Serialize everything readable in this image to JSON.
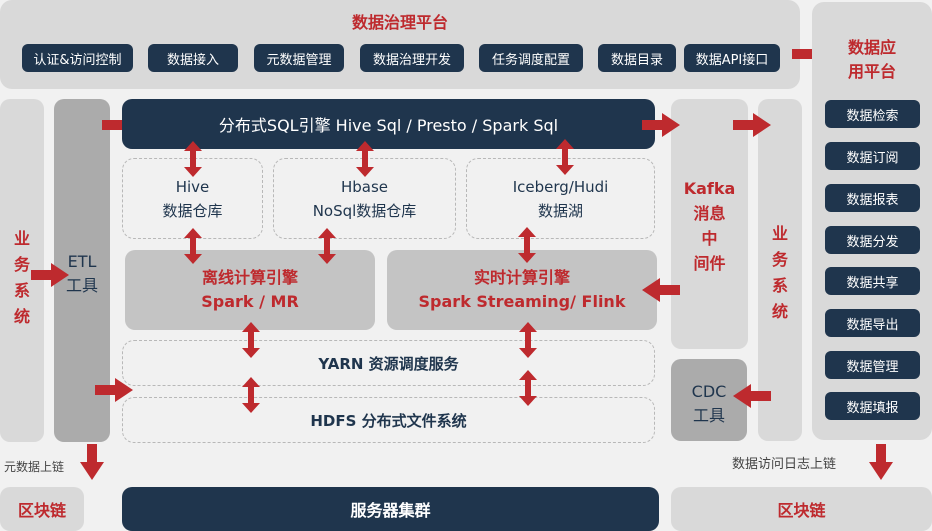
{
  "colors": {
    "accent": "#be2a2e",
    "navy": "#1f354d",
    "panel": "#d9d9d9",
    "panel_mid": "#c4c4c4",
    "panel_dark": "#ababab",
    "background": "#f1f1f1"
  },
  "governance": {
    "title": "数据治理平台",
    "items": [
      "认证&访问控制",
      "数据接入",
      "元数据管理",
      "数据治理开发",
      "任务调度配置",
      "数据目录",
      "数据API接口"
    ]
  },
  "app_platform": {
    "title_line1": "数据应",
    "title_line2": "用平台",
    "items": [
      "数据检索",
      "数据订阅",
      "数据报表",
      "数据分发",
      "数据共享",
      "数据导出",
      "数据管理",
      "数据填报"
    ]
  },
  "left_business": {
    "chars": [
      "业",
      "务",
      "系",
      "统"
    ]
  },
  "etl": {
    "line1": "ETL",
    "line2": "工具"
  },
  "sql_engine": {
    "label": "分布式SQL引擎 Hive Sql / Presto / Spark Sql"
  },
  "storage": [
    {
      "line1": "Hive",
      "line2": "数据仓库"
    },
    {
      "line1": "Hbase",
      "line2": "NoSql数据仓库"
    },
    {
      "line1": "Iceberg/Hudi",
      "line2": "数据湖"
    }
  ],
  "offline_engine": {
    "line1": "离线计算引擎",
    "line2": "Spark / MR"
  },
  "realtime_engine": {
    "line1": "实时计算引擎",
    "line2": "Spark Streaming/ Flink"
  },
  "yarn": {
    "label": "YARN 资源调度服务"
  },
  "hdfs": {
    "label": "HDFS 分布式文件系统"
  },
  "kafka": {
    "line1": "Kafka",
    "line2": "消息",
    "line3": "中",
    "line4": "间件"
  },
  "cdc": {
    "line1": "CDC",
    "line2": "工具"
  },
  "right_business": {
    "chars": [
      "业",
      "务",
      "系",
      "统"
    ]
  },
  "footer": {
    "left_caption": "元数据上链",
    "right_caption": "数据访问日志上链",
    "blockchain_left": "区块链",
    "server_cluster": "服务器集群",
    "blockchain_right": "区块链"
  }
}
